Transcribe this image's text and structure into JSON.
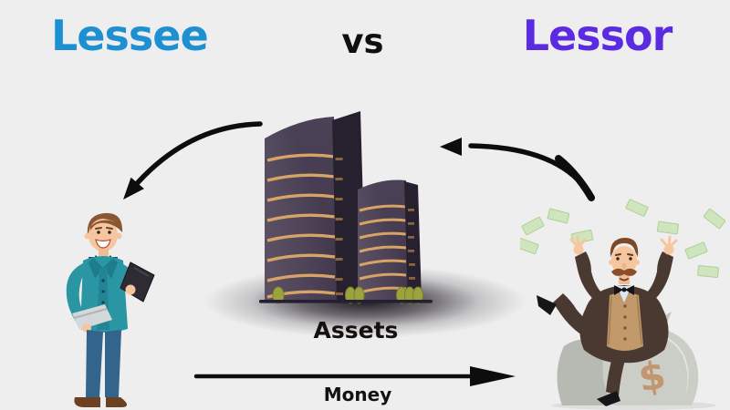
{
  "titles": {
    "lessee": "Lessee",
    "vs": "vs",
    "lessor": "Lessor"
  },
  "labels": {
    "assets": "Assets",
    "money": "Money",
    "dollar_sign": "$"
  },
  "colors": {
    "background": "#efeeee",
    "lessee_title": "#1e90d2",
    "vs_title": "#101010",
    "lessor_title": "#5a2be1",
    "label_text": "#14110e",
    "arrow": "#0d0d0d",
    "building_body": "#453a4e",
    "building_dark_column": "#27212f",
    "building_stripe": "#d8a366",
    "bush_green": "#9ba23e",
    "lessee_suit_teal": "#2b96a3",
    "lessee_pants_blue": "#32648c",
    "lessor_suit_brown": "#4a3931",
    "lessor_vest_tan": "#c2996b",
    "money_bill_green": "#cfe5bd",
    "money_bag_gray": "#cbcdc7",
    "dollar_tan": "#c39672",
    "skin": "#f5c6a0"
  },
  "diagram": {
    "left_entity": "Lessee",
    "right_entity": "Lessor",
    "center_label": "Assets",
    "bottom_flow_label": "Money"
  }
}
